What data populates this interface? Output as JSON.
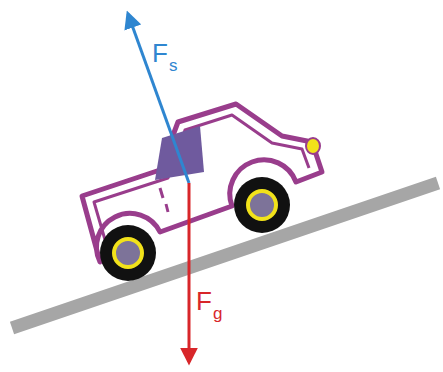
{
  "diagram": {
    "labels": [
      "F",
      "s",
      "F",
      "g"
    ]
  }
}
